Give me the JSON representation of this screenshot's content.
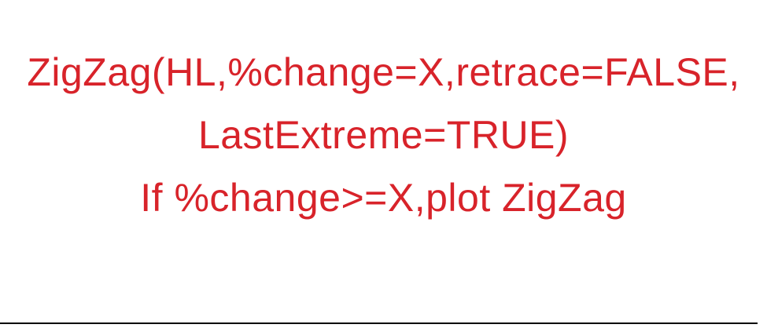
{
  "slide": {
    "formula": {
      "lines": [
        "ZigZag(HL,%change=X,retrace=FALSE,",
        "LastExtreme=TRUE)",
        "If %change>=X,plot ZigZag"
      ]
    },
    "colors": {
      "text": "#d8232a",
      "background": "#ffffff",
      "rule": "#000000"
    }
  }
}
